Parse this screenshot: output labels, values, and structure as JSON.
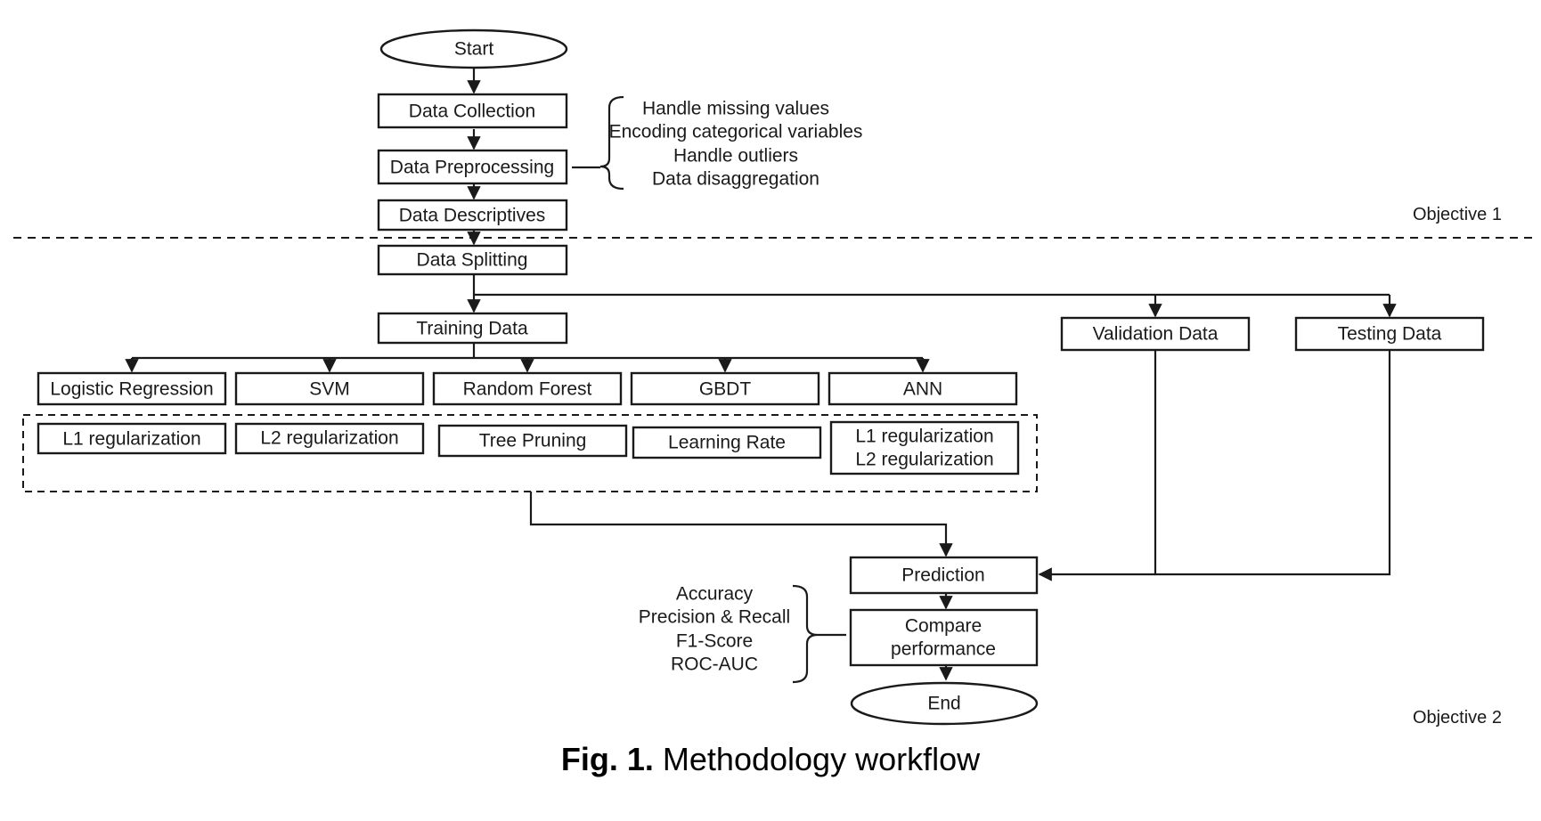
{
  "nodes": {
    "start": "Start",
    "data_collection": "Data Collection",
    "data_preprocessing": "Data Preprocessing",
    "data_descriptives": "Data Descriptives",
    "data_splitting": "Data Splitting",
    "training_data": "Training Data",
    "validation_data": "Validation Data",
    "testing_data": "Testing Data",
    "logistic_regression": "Logistic Regression",
    "svm": "SVM",
    "random_forest": "Random Forest",
    "gbdt": "GBDT",
    "ann": "ANN",
    "l1_regularization": "L1 regularization",
    "l2_regularization": "L2 regularization",
    "tree_pruning": "Tree Pruning",
    "learning_rate": "Learning Rate",
    "ann_reg_line1": "L1 regularization",
    "ann_reg_line2": "L2 regularization",
    "prediction": "Prediction",
    "compare_line1": "Compare",
    "compare_line2": "performance",
    "end": "End"
  },
  "preprocessing_steps": [
    "Handle missing values",
    "Encoding categorical variables",
    "Handle outliers",
    "Data disaggregation"
  ],
  "metrics": [
    "Accuracy",
    "Precision & Recall",
    "F1-Score",
    "ROC-AUC"
  ],
  "objectives": {
    "objective1": "Objective 1",
    "objective2": "Objective 2"
  },
  "caption": {
    "label": "Fig. 1.",
    "text": " Methodology workflow"
  }
}
